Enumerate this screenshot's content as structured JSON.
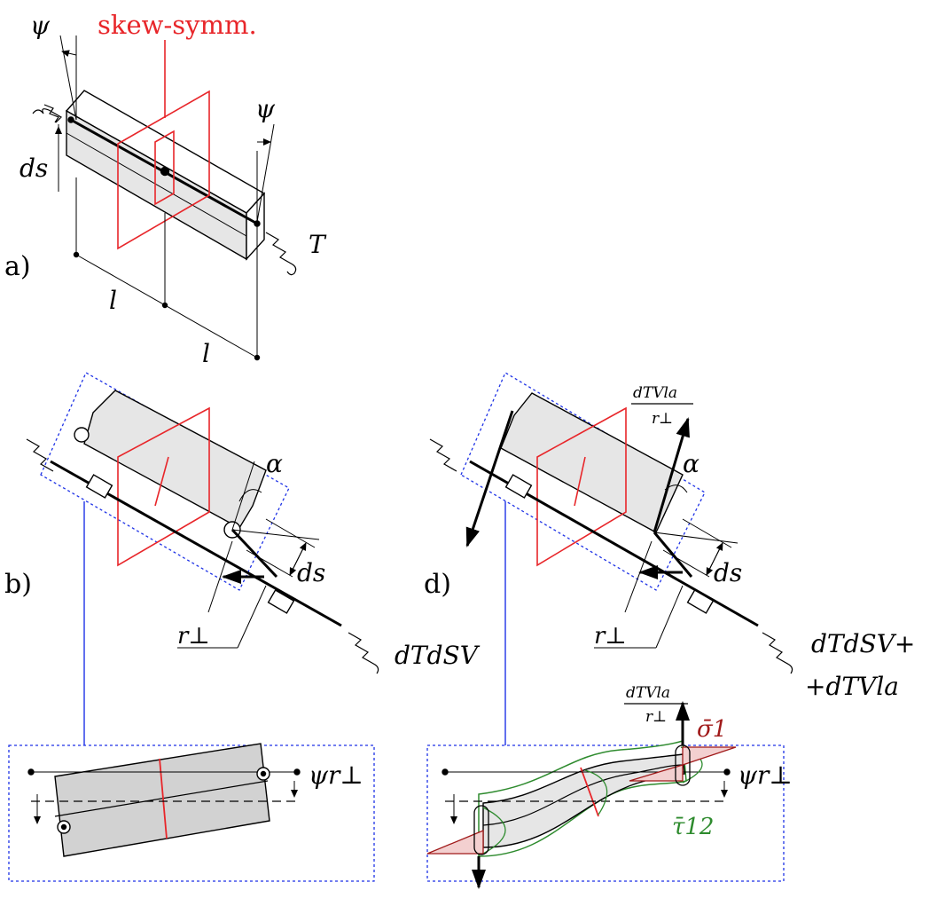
{
  "labels": {
    "a": "a)",
    "b": "b)",
    "d": "d)",
    "skew_symm": "skew-symm.",
    "psi": "ψ",
    "ds": "ds",
    "T": "T",
    "l": "l",
    "alpha": "α",
    "r_perp": "r⊥",
    "dT_dSV": "dTdSV",
    "dT_dSV_plus": "dTdSV+",
    "plus_dT_Vla": "+dTVla",
    "frac_num": "dTVla",
    "frac_den": "r⊥",
    "psi_r_perp": "ψr⊥",
    "sigma_1": "σ̄1",
    "tau_12": "τ̄12"
  },
  "colors": {
    "red": "#e8262a",
    "dark_red": "#a01919",
    "green": "#2e8b2e",
    "blue": "#1e32e6",
    "gray_fill": "#e6e6e6",
    "dark_gray_fill": "#d2d2d2"
  }
}
